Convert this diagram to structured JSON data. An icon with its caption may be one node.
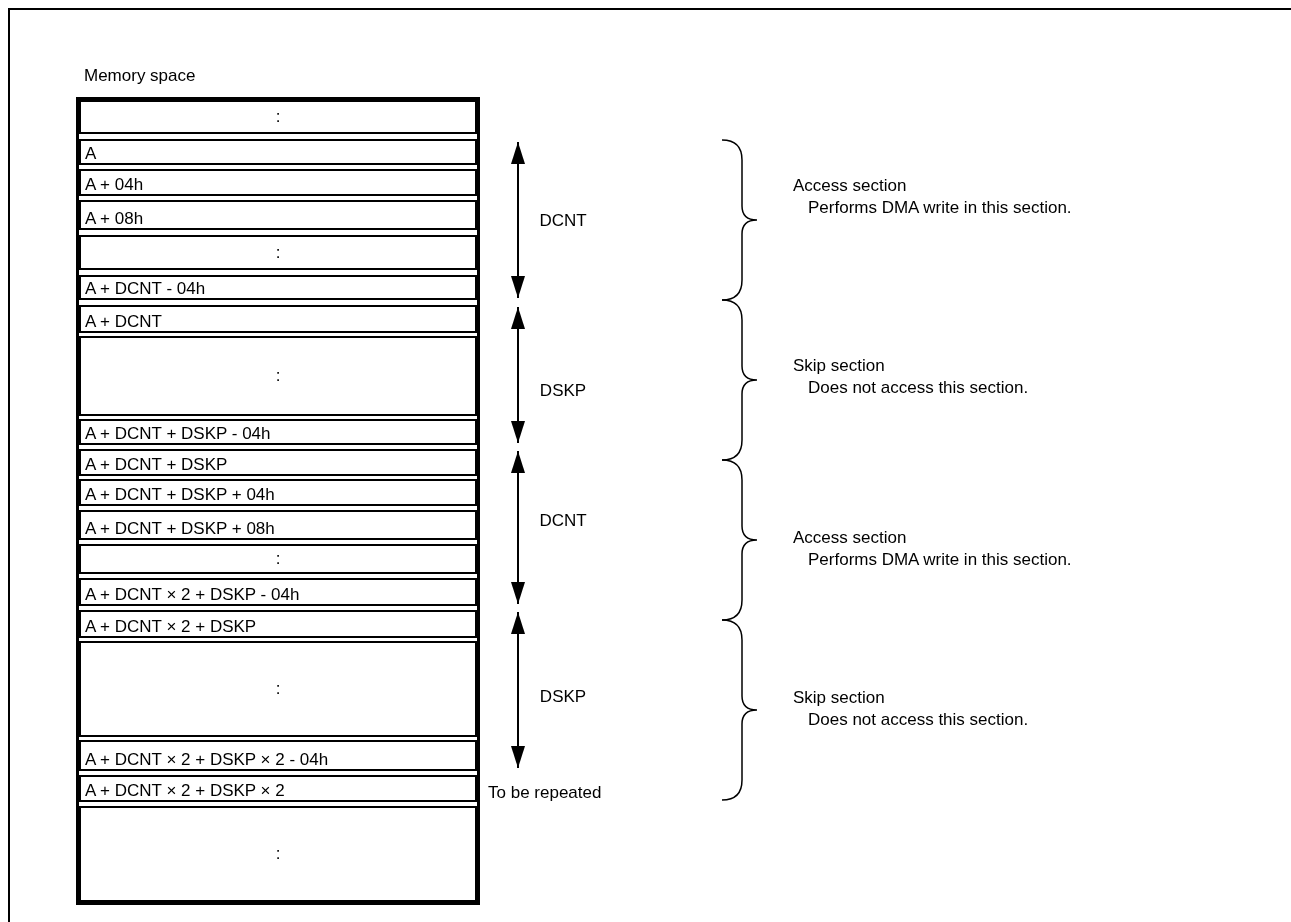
{
  "diagram": {
    "nodes": [
      {
        "text": [
          "Memory space"
        ]
      },
      {
        "text": [
          ":"
        ],
        "in": 0
      },
      {
        "text": [
          "A"
        ],
        "in": 0
      },
      {
        "text": [
          "A + 04h"
        ],
        "in": 0
      },
      {
        "text": [
          "A + 08h"
        ],
        "in": 0
      },
      {
        "text": [
          ":"
        ],
        "in": 0
      },
      {
        "text": [
          "A + DCNT - 04h"
        ],
        "in": 0
      },
      {
        "text": [
          "A + DCNT"
        ],
        "in": 0
      },
      {
        "text": [
          ":"
        ],
        "in": 0
      },
      {
        "text": [
          "A + DCNT + DSKP - 04h"
        ],
        "in": 0
      },
      {
        "text": [
          "A + DCNT + DSKP"
        ],
        "in": 0
      },
      {
        "text": [
          "A + DCNT + DSKP + 04h"
        ],
        "in": 0
      },
      {
        "text": [
          "A + DCNT + DSKP + 08h"
        ],
        "in": 0
      },
      {
        "text": [
          ":"
        ],
        "in": 0
      },
      {
        "text": [
          "A + DCNT × 2 + DSKP - 04h"
        ],
        "in": 0
      },
      {
        "text": [
          "A + DCNT × 2 + DSKP"
        ],
        "in": 0
      },
      {
        "text": [
          ":"
        ],
        "in": 0
      },
      {
        "text": [
          "A + DCNT × 2 + DSKP × 2 - 04h"
        ],
        "in": 0
      },
      {
        "text": [
          "A + DCNT × 2 + DSKP × 2"
        ],
        "in": 0,
        "beside": [
          "To be repeated"
        ]
      },
      {
        "text": [
          ":"
        ],
        "in": 0
      }
    ],
    "edges": [],
    "labels": [
      "DCNT",
      "Access section",
      "Performs DMA write in this section.",
      "DSKP",
      "Skip section",
      "Does not access this section.",
      "DCNT",
      "Access section",
      "Performs DMA write in this section.",
      "DSKP",
      "Skip section",
      "Does not access this section."
    ]
  }
}
